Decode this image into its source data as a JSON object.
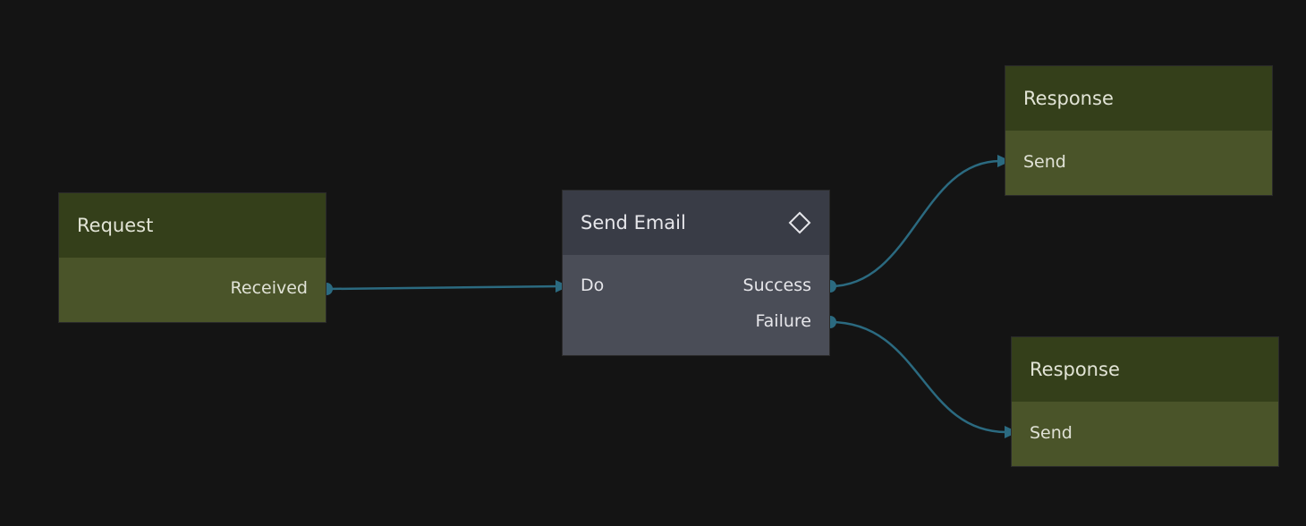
{
  "colors": {
    "background": "#141414",
    "event_header": "#343f1a",
    "event_body": "#4a5429",
    "action_header": "#393c46",
    "action_body": "#4a4d57",
    "edge": "#2b6a80"
  },
  "nodes": {
    "request": {
      "title": "Request",
      "outputs": [
        "Received"
      ]
    },
    "send_email": {
      "title": "Send Email",
      "icon": "diamond-icon",
      "inputs": [
        "Do"
      ],
      "outputs": [
        "Success",
        "Failure"
      ]
    },
    "response_1": {
      "title": "Response",
      "inputs": [
        "Send"
      ]
    },
    "response_2": {
      "title": "Response",
      "inputs": [
        "Send"
      ]
    }
  },
  "edges": [
    {
      "from": "Request.Received",
      "to": "Send Email.Do"
    },
    {
      "from": "Send Email.Success",
      "to": "Response.Send"
    },
    {
      "from": "Send Email.Failure",
      "to": "Response.Send"
    }
  ]
}
